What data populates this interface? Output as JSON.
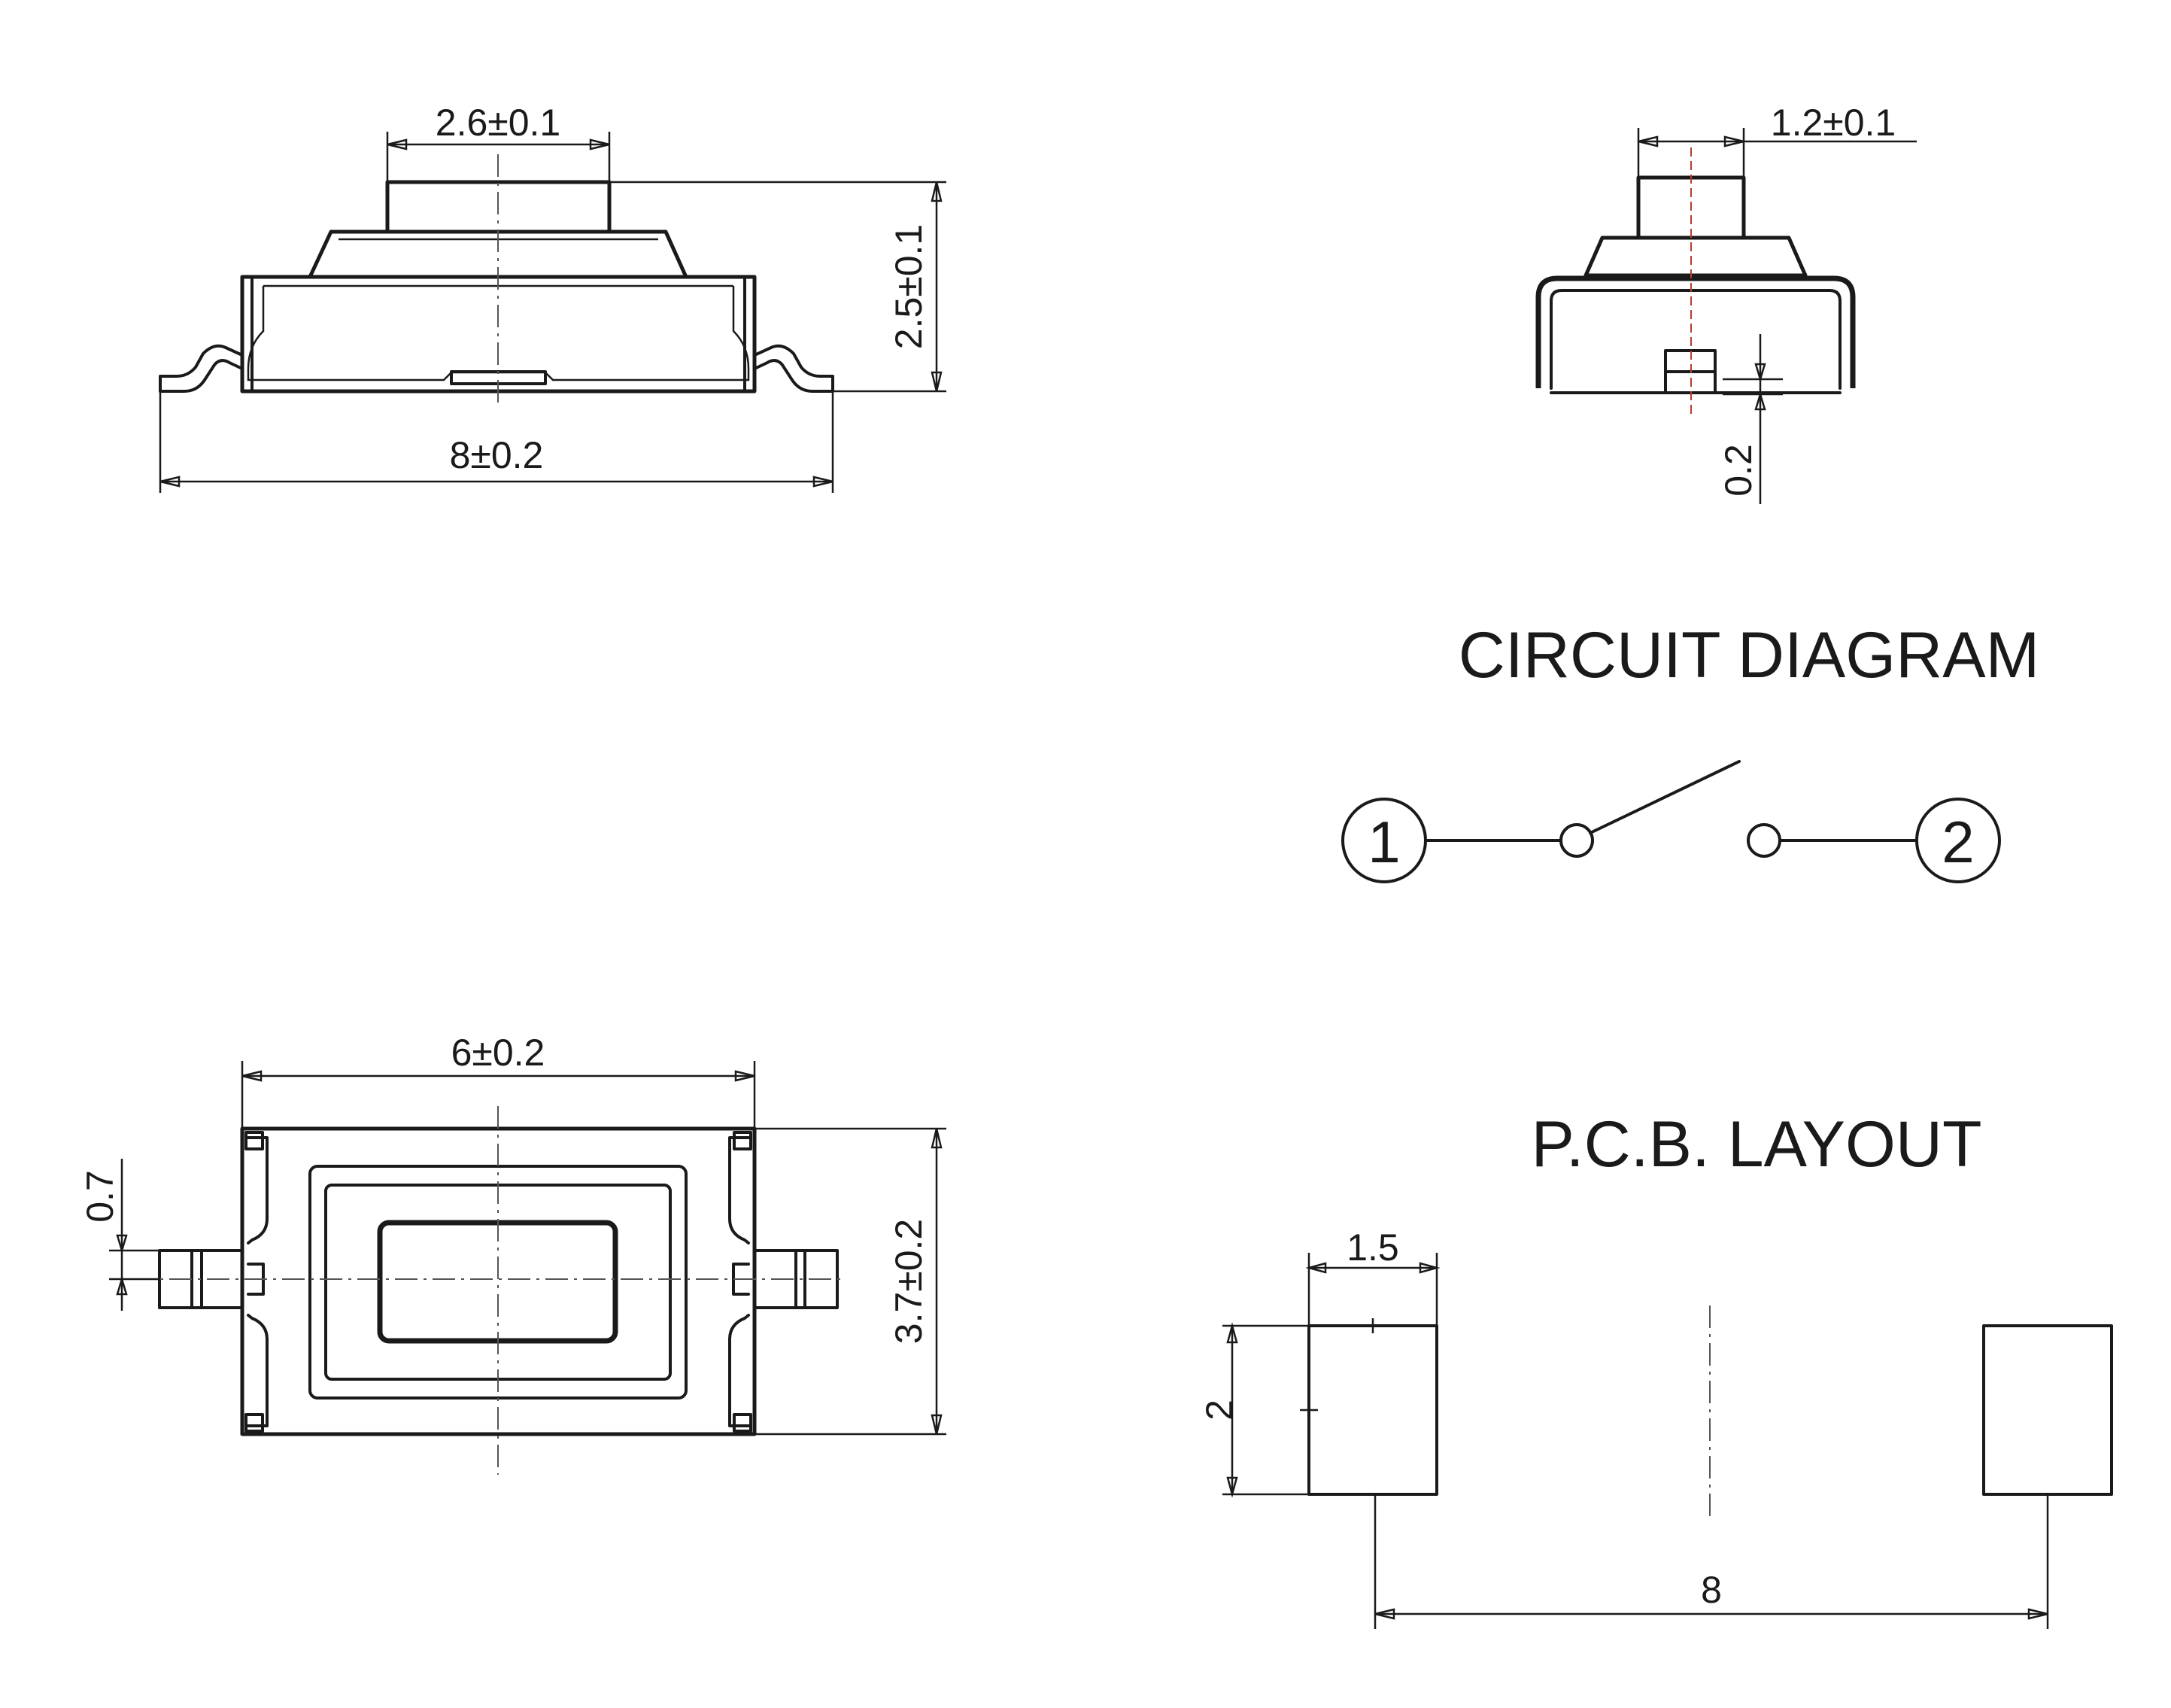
{
  "side_view": {
    "top_width": "2.6±0.1",
    "height": "2.5±0.1",
    "overall_length": "8±0.2"
  },
  "end_view": {
    "actuator_width": "1.2±0.1",
    "terminal_offset": "0.2"
  },
  "top_view": {
    "body_length": "6±0.2",
    "body_width": "3.7±0.2",
    "terminal_width": "0.7"
  },
  "circuit": {
    "title": "CIRCUIT DIAGRAM",
    "terminal_1": "1",
    "terminal_2": "2"
  },
  "pcb": {
    "title": "P.C.B. LAYOUT",
    "pad_width": "1.5",
    "pad_height": "2",
    "pad_pitch": "8"
  }
}
